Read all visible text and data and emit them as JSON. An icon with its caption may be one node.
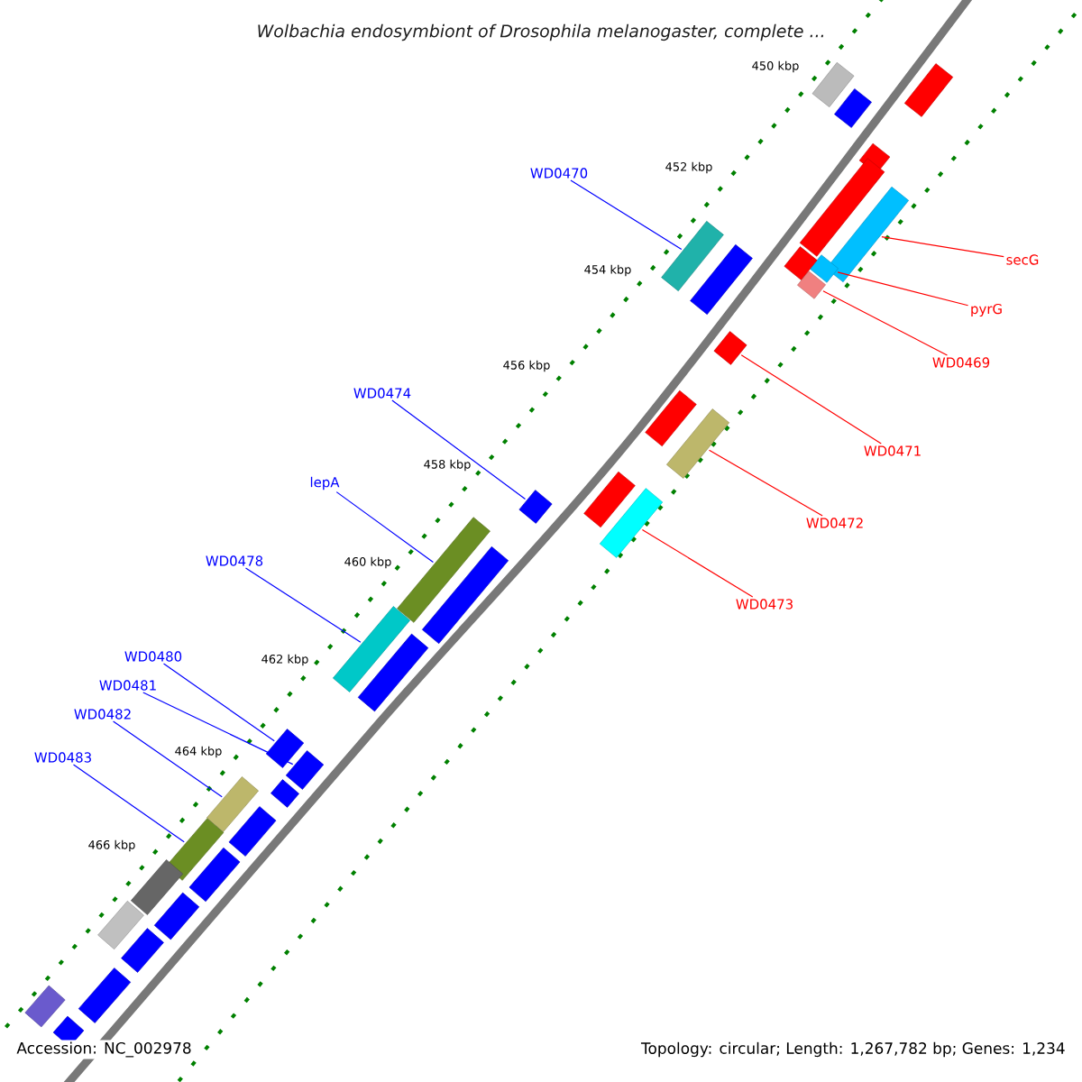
{
  "diagram": {
    "title": "Wolbachia endosymbiont of Drosophila melanogaster, complete ...",
    "nodes": [
      {
        "text": [
          "WD0470"
        ]
      },
      {
        "text": [
          "WD0474"
        ]
      },
      {
        "text": [
          "lepA"
        ]
      },
      {
        "text": [
          "WD0478"
        ]
      },
      {
        "text": [
          "WD0480"
        ]
      },
      {
        "text": [
          "WD0481"
        ]
      },
      {
        "text": [
          "WD0482"
        ]
      },
      {
        "text": [
          "WD0483"
        ]
      },
      {
        "text": [
          "secG"
        ]
      },
      {
        "text": [
          "pyrG"
        ]
      },
      {
        "text": [
          "WD0469"
        ]
      },
      {
        "text": [
          "WD0471"
        ]
      },
      {
        "text": [
          "WD0472"
        ]
      },
      {
        "text": [
          "WD0473"
        ]
      },
      {
        "text": [],
        "shape": "bar"
      },
      {
        "text": [],
        "shape": "bar"
      },
      {
        "text": [],
        "shape": "bar"
      },
      {
        "text": [],
        "shape": "bar"
      },
      {
        "text": [],
        "shape": "bar"
      },
      {
        "text": [],
        "shape": "bar"
      },
      {
        "text": [],
        "shape": "bar"
      },
      {
        "text": [],
        "shape": "bar"
      },
      {
        "text": [],
        "shape": "bar"
      },
      {
        "text": [],
        "shape": "bar"
      },
      {
        "text": [],
        "shape": "bar"
      },
      {
        "text": [],
        "shape": "bar"
      },
      {
        "text": [],
        "shape": "bar"
      },
      {
        "text": [],
        "shape": "bar"
      },
      {
        "text": [],
        "shape": "bar"
      },
      {
        "text": [],
        "shape": "bar"
      },
      {
        "text": [],
        "shape": "bar"
      },
      {
        "text": [],
        "shape": "bar"
      },
      {
        "text": [],
        "shape": "bar"
      },
      {
        "text": [],
        "shape": "bar"
      },
      {
        "text": [],
        "shape": "bar"
      },
      {
        "text": [],
        "shape": "bar"
      },
      {
        "text": [],
        "shape": "bar"
      },
      {
        "text": [],
        "shape": "bar"
      },
      {
        "text": [],
        "shape": "bar"
      },
      {
        "text": [],
        "shape": "bar"
      },
      {
        "text": [],
        "shape": "bar"
      },
      {
        "text": [],
        "shape": "bar"
      },
      {
        "text": [],
        "shape": "bar"
      },
      {
        "text": [],
        "shape": "bar"
      },
      {
        "text": [],
        "shape": "bar"
      },
      {
        "text": [],
        "shape": "bar"
      },
      {
        "text": [],
        "shape": "bar"
      },
      {
        "text": [],
        "shape": "bar"
      },
      {
        "text": [],
        "shape": "bar"
      }
    ],
    "edges": [
      {
        "from": 0,
        "to": 14,
        "arrow": "none"
      },
      {
        "from": 1,
        "to": 15,
        "arrow": "none"
      },
      {
        "from": 2,
        "to": 16,
        "arrow": "none"
      },
      {
        "from": 3,
        "to": 17,
        "arrow": "none"
      },
      {
        "from": 4,
        "to": 18,
        "arrow": "none"
      },
      {
        "from": 5,
        "to": 19,
        "arrow": "none"
      },
      {
        "from": 6,
        "to": 20,
        "arrow": "none"
      },
      {
        "from": 7,
        "to": 21,
        "arrow": "none"
      },
      {
        "from": 8,
        "to": 22,
        "arrow": "none",
        "color": "#ff0000"
      },
      {
        "from": 9,
        "to": 23,
        "arrow": "none",
        "color": "#ff0000"
      },
      {
        "from": 10,
        "to": 24,
        "arrow": "none",
        "color": "#ff0000"
      },
      {
        "from": 11,
        "to": 25,
        "arrow": "none",
        "color": "#ff0000"
      },
      {
        "from": 12,
        "to": 26,
        "arrow": "none",
        "color": "#ff0000"
      },
      {
        "from": 13,
        "to": 27,
        "arrow": "none",
        "color": "#ff0000"
      }
    ],
    "labels": [
      "450 kbp",
      "452 kbp",
      "454 kbp",
      "456 kbp",
      "458 kbp",
      "460 kbp",
      "462 kbp",
      "464 kbp",
      "466 kbp",
      "Accession: NC_002978",
      "Topology: circular; Length: 1,267,782 bp; Genes: 1,234"
    ]
  }
}
